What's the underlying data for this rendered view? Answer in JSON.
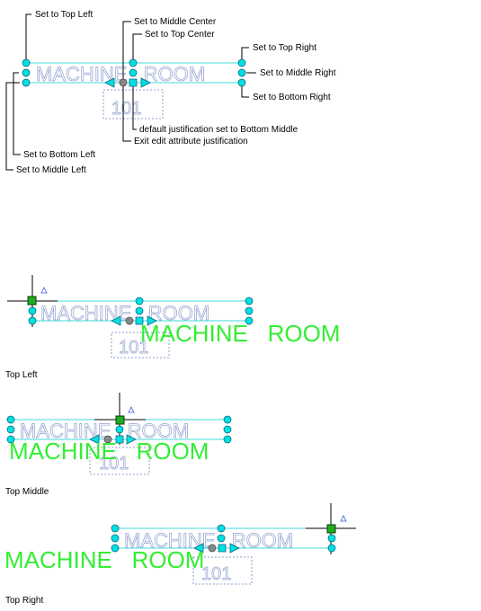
{
  "colors": {
    "grip": "#00e0e0",
    "grip_stroke": "#005a7a",
    "baseline": "#40d8d8",
    "leader": "#000000",
    "ghost_text": "#8f9fcf",
    "new_text": "#33ee33",
    "active_grip": "#22aa22",
    "center_grip": "#888888"
  },
  "attribute": {
    "tag": "MACHINE   ROOM",
    "number": "101"
  },
  "callouts": {
    "top_left": "Set to Top Left",
    "middle_center": "Set to Middle Center",
    "top_center": "Set to Top Center",
    "top_right": "Set to Top Right",
    "middle_right": "Set to Middle Right",
    "bottom_right": "Set to Bottom Right",
    "default_justification": "default justification set to Bottom Middle",
    "exit_edit": "Exit edit attribute justification",
    "bottom_left": "Set to Bottom Left",
    "middle_left": "Set to Middle Left"
  },
  "examples": [
    {
      "caption": "Top Left"
    },
    {
      "caption": "Top Middle"
    },
    {
      "caption": "Top Right"
    }
  ]
}
